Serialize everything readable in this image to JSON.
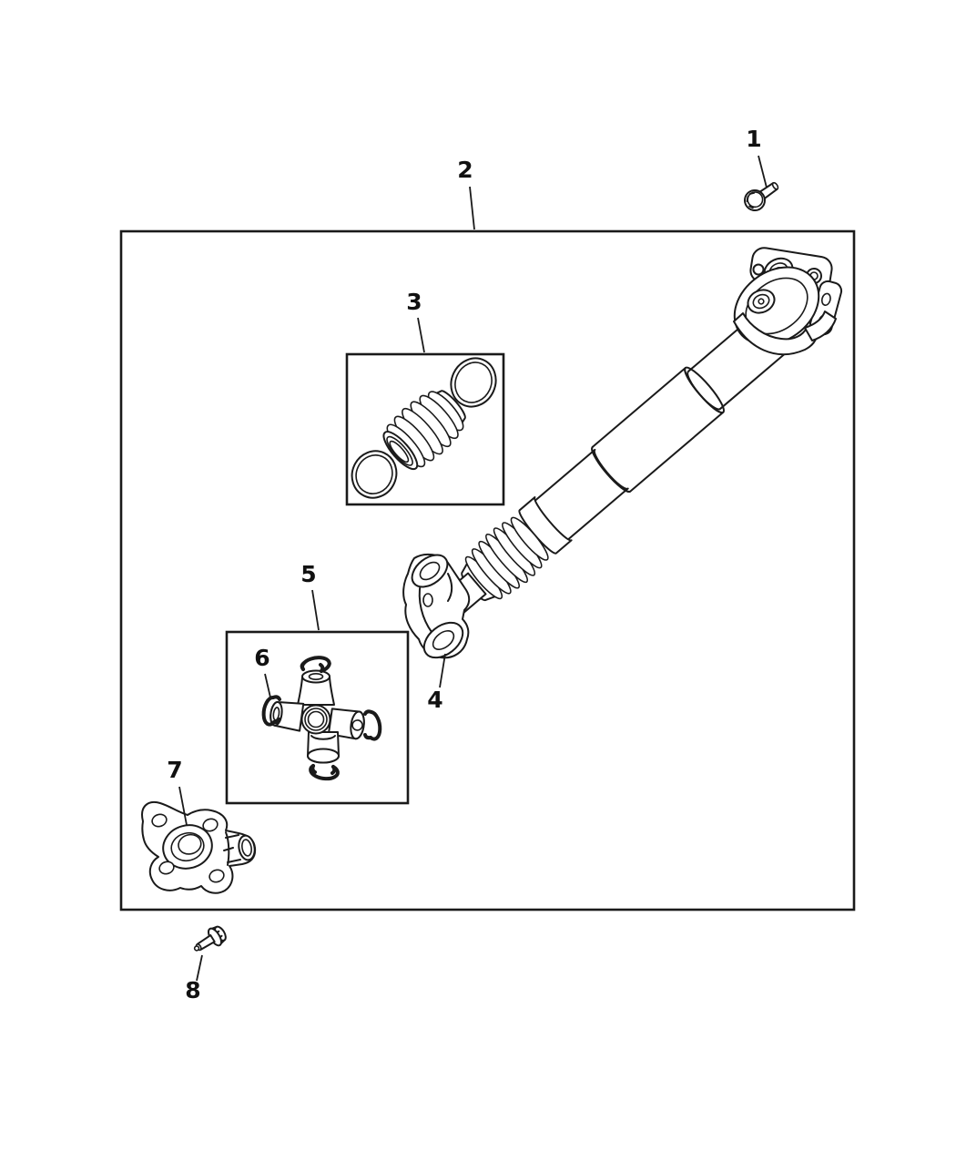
{
  "diagram": {
    "kind": "exploded-parts-diagram",
    "background_color": "#ffffff",
    "line_color": "#1a1a1a",
    "callouts": [
      {
        "number": "1",
        "part": "mounting-bolt-upper"
      },
      {
        "number": "2",
        "part": "drive-shaft-assembly"
      },
      {
        "number": "3",
        "part": "boot-and-clamp-kit"
      },
      {
        "number": "4",
        "part": "shaft-end-yoke"
      },
      {
        "number": "5",
        "part": "universal-joint-kit"
      },
      {
        "number": "6",
        "part": "snap-ring"
      },
      {
        "number": "7",
        "part": "companion-flange"
      },
      {
        "number": "8",
        "part": "mounting-bolt-lower"
      }
    ]
  }
}
